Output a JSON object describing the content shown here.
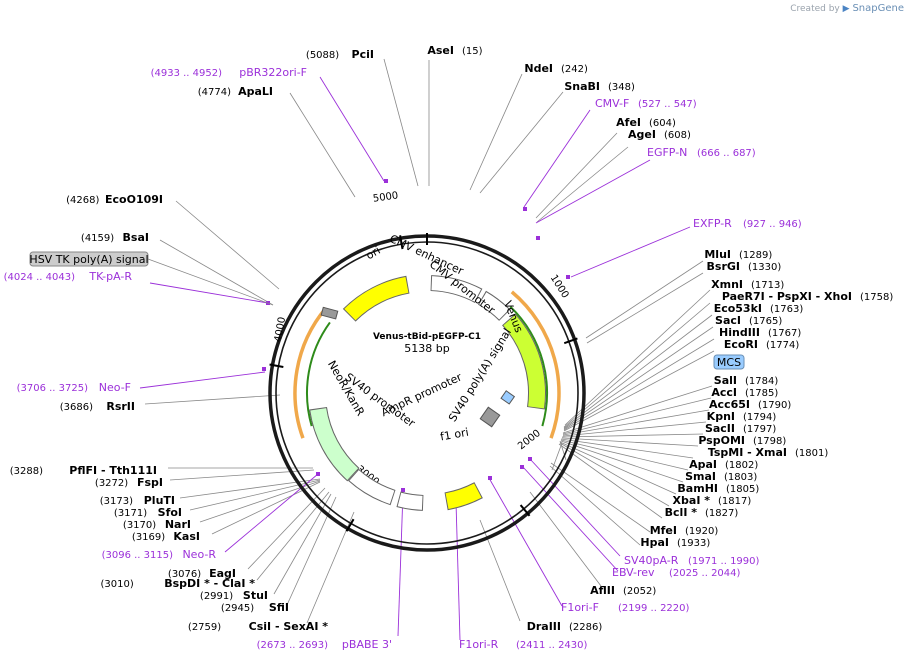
{
  "credit": {
    "prefix": "Created by",
    "brand": "SnapGene"
  },
  "plasmid": {
    "name": "Venus-tBid-pEGFP-C1",
    "length": "5138 bp"
  },
  "ruler": [
    "1000",
    "2000",
    "3000",
    "4000",
    "5000"
  ],
  "features": [
    {
      "name": "ori",
      "color": "#ffff00"
    },
    {
      "name": "CMV enhancer",
      "color": "#ffffff"
    },
    {
      "name": "CMV promoter",
      "color": "#ffffff"
    },
    {
      "name": "Venus",
      "color": "#ccff33"
    },
    {
      "name": "SV40 poly(A) signal",
      "color": "#99ccff"
    },
    {
      "name": "f1 ori",
      "color": "#ffff00"
    },
    {
      "name": "AmpR promoter",
      "color": "#ffffff"
    },
    {
      "name": "SV40 promoter",
      "color": "#ffffff"
    },
    {
      "name": "NeoR/KanR",
      "color": "#ccffcc"
    },
    {
      "name": "HSV TK poly(A) signal",
      "color": "#cccccc"
    },
    {
      "name": "MCS",
      "color": "#99ccff"
    }
  ],
  "enzymes": [
    {
      "name": "AseI",
      "pos": "(15)"
    },
    {
      "name": "NdeI",
      "pos": "(242)"
    },
    {
      "name": "SnaBI",
      "pos": "(348)"
    },
    {
      "name": "AfeI",
      "pos": "(604)"
    },
    {
      "name": "AgeI",
      "pos": "(608)"
    },
    {
      "name": "MluI",
      "pos": "(1289)"
    },
    {
      "name": "BsrGI",
      "pos": "(1330)"
    },
    {
      "name": "XmnI",
      "pos": "(1713)"
    },
    {
      "name": "PaeR7I - PspXI - XhoI",
      "pos": "(1758)"
    },
    {
      "name": "Eco53kI",
      "pos": "(1763)"
    },
    {
      "name": "SacI",
      "pos": "(1765)"
    },
    {
      "name": "HindIII",
      "pos": "(1767)"
    },
    {
      "name": "EcoRI",
      "pos": "(1774)"
    },
    {
      "name": "SalI",
      "pos": "(1784)"
    },
    {
      "name": "AccI",
      "pos": "(1785)"
    },
    {
      "name": "Acc65I",
      "pos": "(1790)"
    },
    {
      "name": "KpnI",
      "pos": "(1794)"
    },
    {
      "name": "SacII",
      "pos": "(1797)"
    },
    {
      "name": "PspOMI",
      "pos": "(1798)"
    },
    {
      "name": "TspMI - XmaI",
      "pos": "(1801)"
    },
    {
      "name": "ApaI",
      "pos": "(1802)"
    },
    {
      "name": "SmaI",
      "pos": "(1803)"
    },
    {
      "name": "BamHI",
      "pos": "(1805)"
    },
    {
      "name": "XbaI *",
      "pos": "(1817)"
    },
    {
      "name": "BclI *",
      "pos": "(1827)"
    },
    {
      "name": "MfeI",
      "pos": "(1920)"
    },
    {
      "name": "HpaI",
      "pos": "(1933)"
    },
    {
      "name": "AflII",
      "pos": "(2052)"
    },
    {
      "name": "DraIII",
      "pos": "(2286)"
    },
    {
      "name": "CsiI - SexAI *",
      "pos": "(2759)"
    },
    {
      "name": "SfiI",
      "pos": "(2945)"
    },
    {
      "name": "StuI",
      "pos": "(2991)"
    },
    {
      "name": "BspDI * - ClaI *",
      "pos": "(3010)"
    },
    {
      "name": "EagI",
      "pos": "(3076)"
    },
    {
      "name": "KasI",
      "pos": "(3169)"
    },
    {
      "name": "NarI",
      "pos": "(3170)"
    },
    {
      "name": "SfoI",
      "pos": "(3171)"
    },
    {
      "name": "PluTI",
      "pos": "(3173)"
    },
    {
      "name": "FspI",
      "pos": "(3272)"
    },
    {
      "name": "PflFI - Tth111I",
      "pos": "(3288)"
    },
    {
      "name": "RsrII",
      "pos": "(3686)"
    },
    {
      "name": "BsaI",
      "pos": "(4159)"
    },
    {
      "name": "EcoO109I",
      "pos": "(4268)"
    },
    {
      "name": "ApaLI",
      "pos": "(4774)"
    },
    {
      "name": "PciI",
      "pos": "(5088)"
    }
  ],
  "primers": [
    {
      "name": "pBR322ori-F",
      "pos": "(4933 .. 4952)"
    },
    {
      "name": "CMV-F",
      "pos": "(527 .. 547)"
    },
    {
      "name": "EGFP-N",
      "pos": "(666 .. 687)"
    },
    {
      "name": "EXFP-R",
      "pos": "(927 .. 946)"
    },
    {
      "name": "TK-pA-R",
      "pos": "(4024 .. 4043)"
    },
    {
      "name": "Neo-F",
      "pos": "(3706 .. 3725)"
    },
    {
      "name": "Neo-R",
      "pos": "(3096 .. 3115)"
    },
    {
      "name": "SV40pA-R",
      "pos": "(1971 .. 1990)"
    },
    {
      "name": "EBV-rev",
      "pos": "(2025 .. 2044)"
    },
    {
      "name": "F1ori-F",
      "pos": "(2199 .. 2220)"
    },
    {
      "name": "F1ori-R",
      "pos": "(2411 .. 2430)"
    },
    {
      "name": "pBABE 3'",
      "pos": "(2673 .. 2693)"
    }
  ],
  "colors": {
    "backbone": "#1a1a1a",
    "primer": "#9b30d9",
    "orf_outer": "#f0a84a",
    "orf_inner": "#2e8b1a",
    "feature_stroke": "#555555"
  }
}
